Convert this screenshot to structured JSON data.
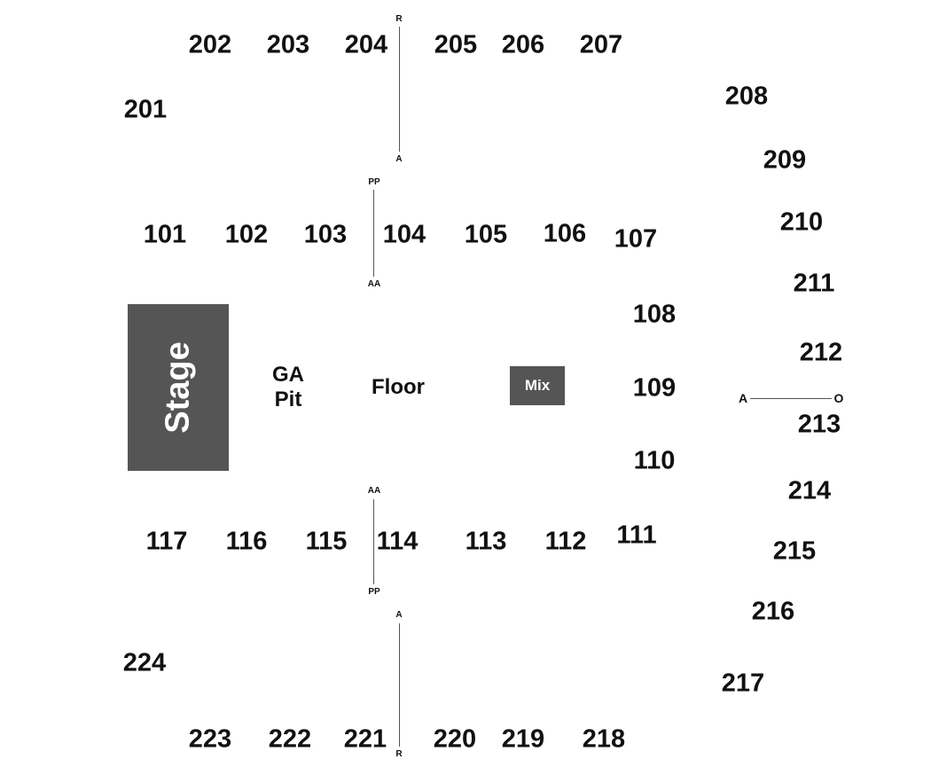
{
  "venue": {
    "stage_label": "Stage",
    "ga_pit_line1": "GA",
    "ga_pit_line2": "Pit",
    "floor_label": "Floor",
    "mix_label": "Mix"
  },
  "sections": {
    "upper_top": [
      "201",
      "202",
      "203",
      "204",
      "205",
      "206",
      "207"
    ],
    "upper_right": [
      "208",
      "209",
      "210",
      "211",
      "212",
      "213",
      "214",
      "215",
      "216",
      "217"
    ],
    "upper_bottom": [
      "218",
      "219",
      "220",
      "221",
      "222",
      "223",
      "224"
    ],
    "lower_top": [
      "101",
      "102",
      "103",
      "104",
      "105",
      "106",
      "107"
    ],
    "lower_right": [
      "108",
      "109",
      "110",
      "111"
    ],
    "lower_bottom": [
      "112",
      "113",
      "114",
      "115",
      "116",
      "117"
    ]
  },
  "row_markers": {
    "upper_top": {
      "start": "R",
      "end": "A"
    },
    "lower_top": {
      "start": "PP",
      "end": "AA"
    },
    "lower_bottom": {
      "start": "AA",
      "end": "PP"
    },
    "upper_bottom": {
      "start": "A",
      "end": "R"
    },
    "upper_right": {
      "start": "A",
      "end": "O"
    }
  },
  "colors": {
    "block_fill": "#555555",
    "text": "#111111",
    "block_text": "#ffffff"
  }
}
